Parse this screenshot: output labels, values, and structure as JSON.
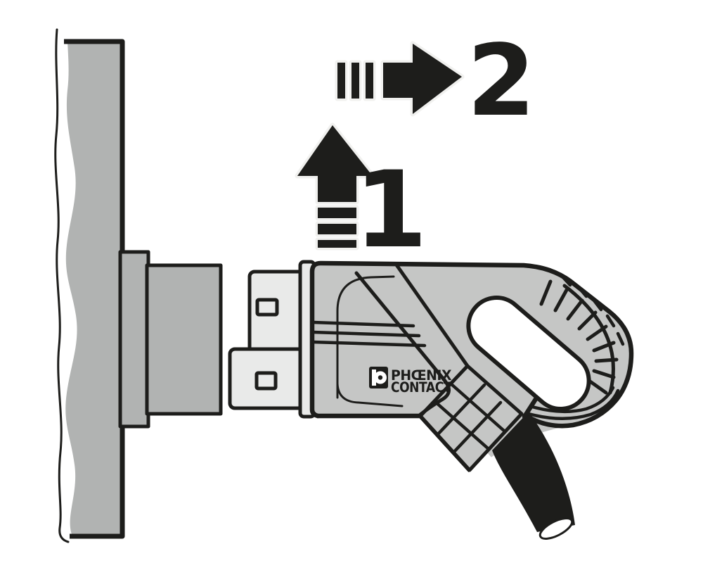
{
  "illustration": {
    "steps": [
      {
        "number": "1",
        "direction": "up"
      },
      {
        "number": "2",
        "direction": "right"
      }
    ],
    "brand": {
      "line1": "PHŒNIX",
      "line2": "CONTACT"
    }
  },
  "colors": {
    "background": "#ffffff",
    "outline": "#1d1d1b",
    "panel": "#b1b3b2",
    "body": "#c5c6c5",
    "latch": "#e9eae9",
    "cable": "#1d1d1b",
    "cable_end": "#ffffff",
    "label": "#1d1d1b",
    "torn_edge": "#dcdcda",
    "halo": "#f1f1ef"
  }
}
